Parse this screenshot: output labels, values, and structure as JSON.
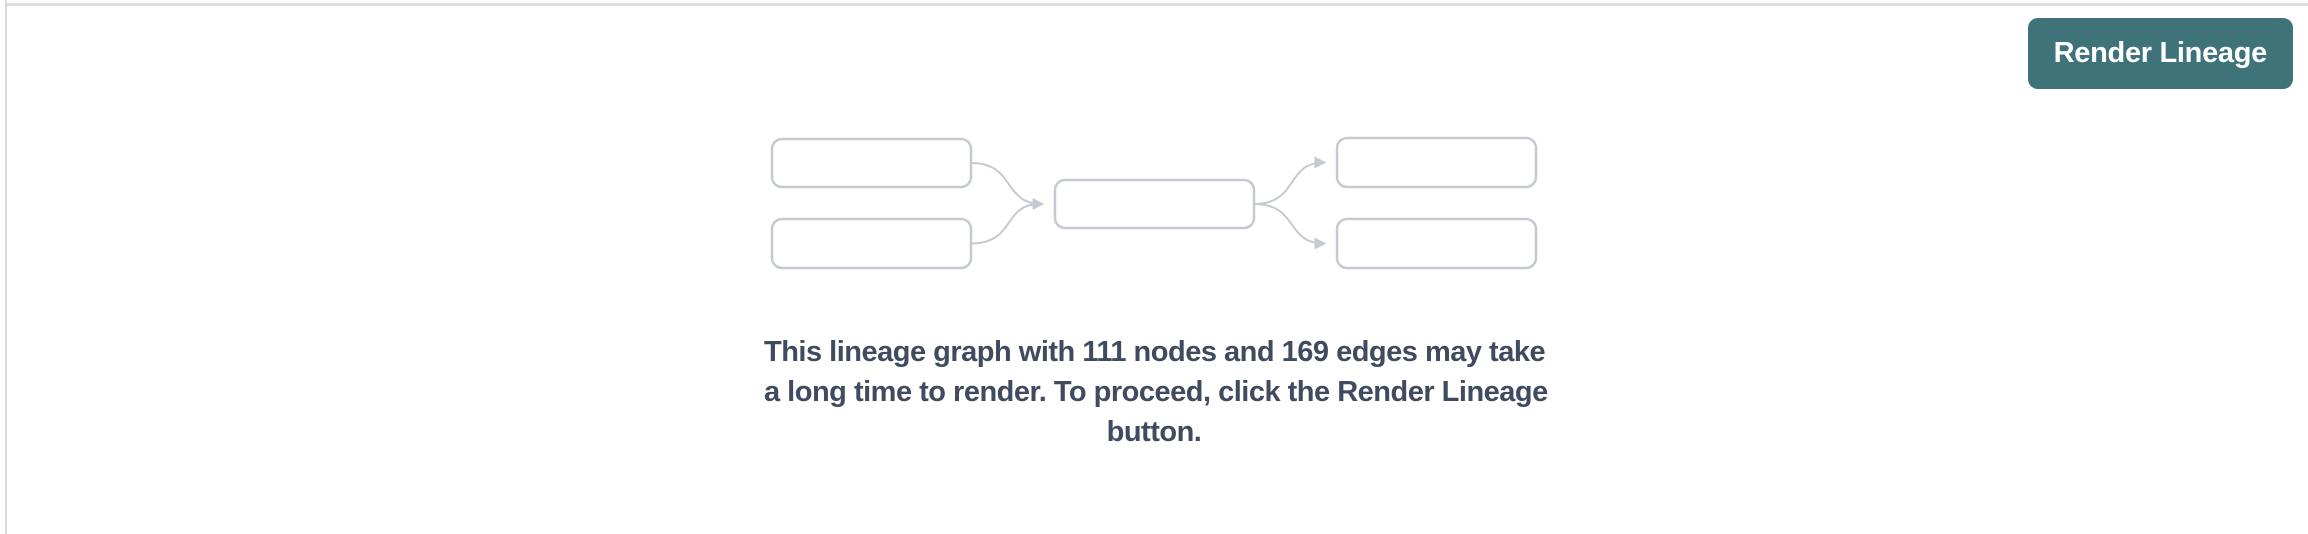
{
  "toolbar": {
    "render_button_label": "Render Lineage",
    "render_button_color": "#3e7379",
    "render_button_text_color": "#ffffff"
  },
  "placeholder_graph": {
    "node_count": 5,
    "edge_count": 4,
    "node_fill": "#ffffff",
    "outline_color": "#c5cad2",
    "description": "empty placeholder lineage diagram: two source nodes feeding one middle node feeding two target nodes"
  },
  "message": {
    "text": "This lineage graph with 111 nodes and 169 edges may take a long time to render. To proceed, click the Render Lineage button.",
    "lines": [
      "This lineage graph with 111 nodes and 169 edges may take",
      "a long time to render. To proceed, click the Render Lineage",
      "button."
    ],
    "node_count": "111",
    "edge_count": "169",
    "text_color": "#414b5f"
  },
  "panel": {
    "background": "#ffffff",
    "divider_color": "#dcdee2"
  }
}
